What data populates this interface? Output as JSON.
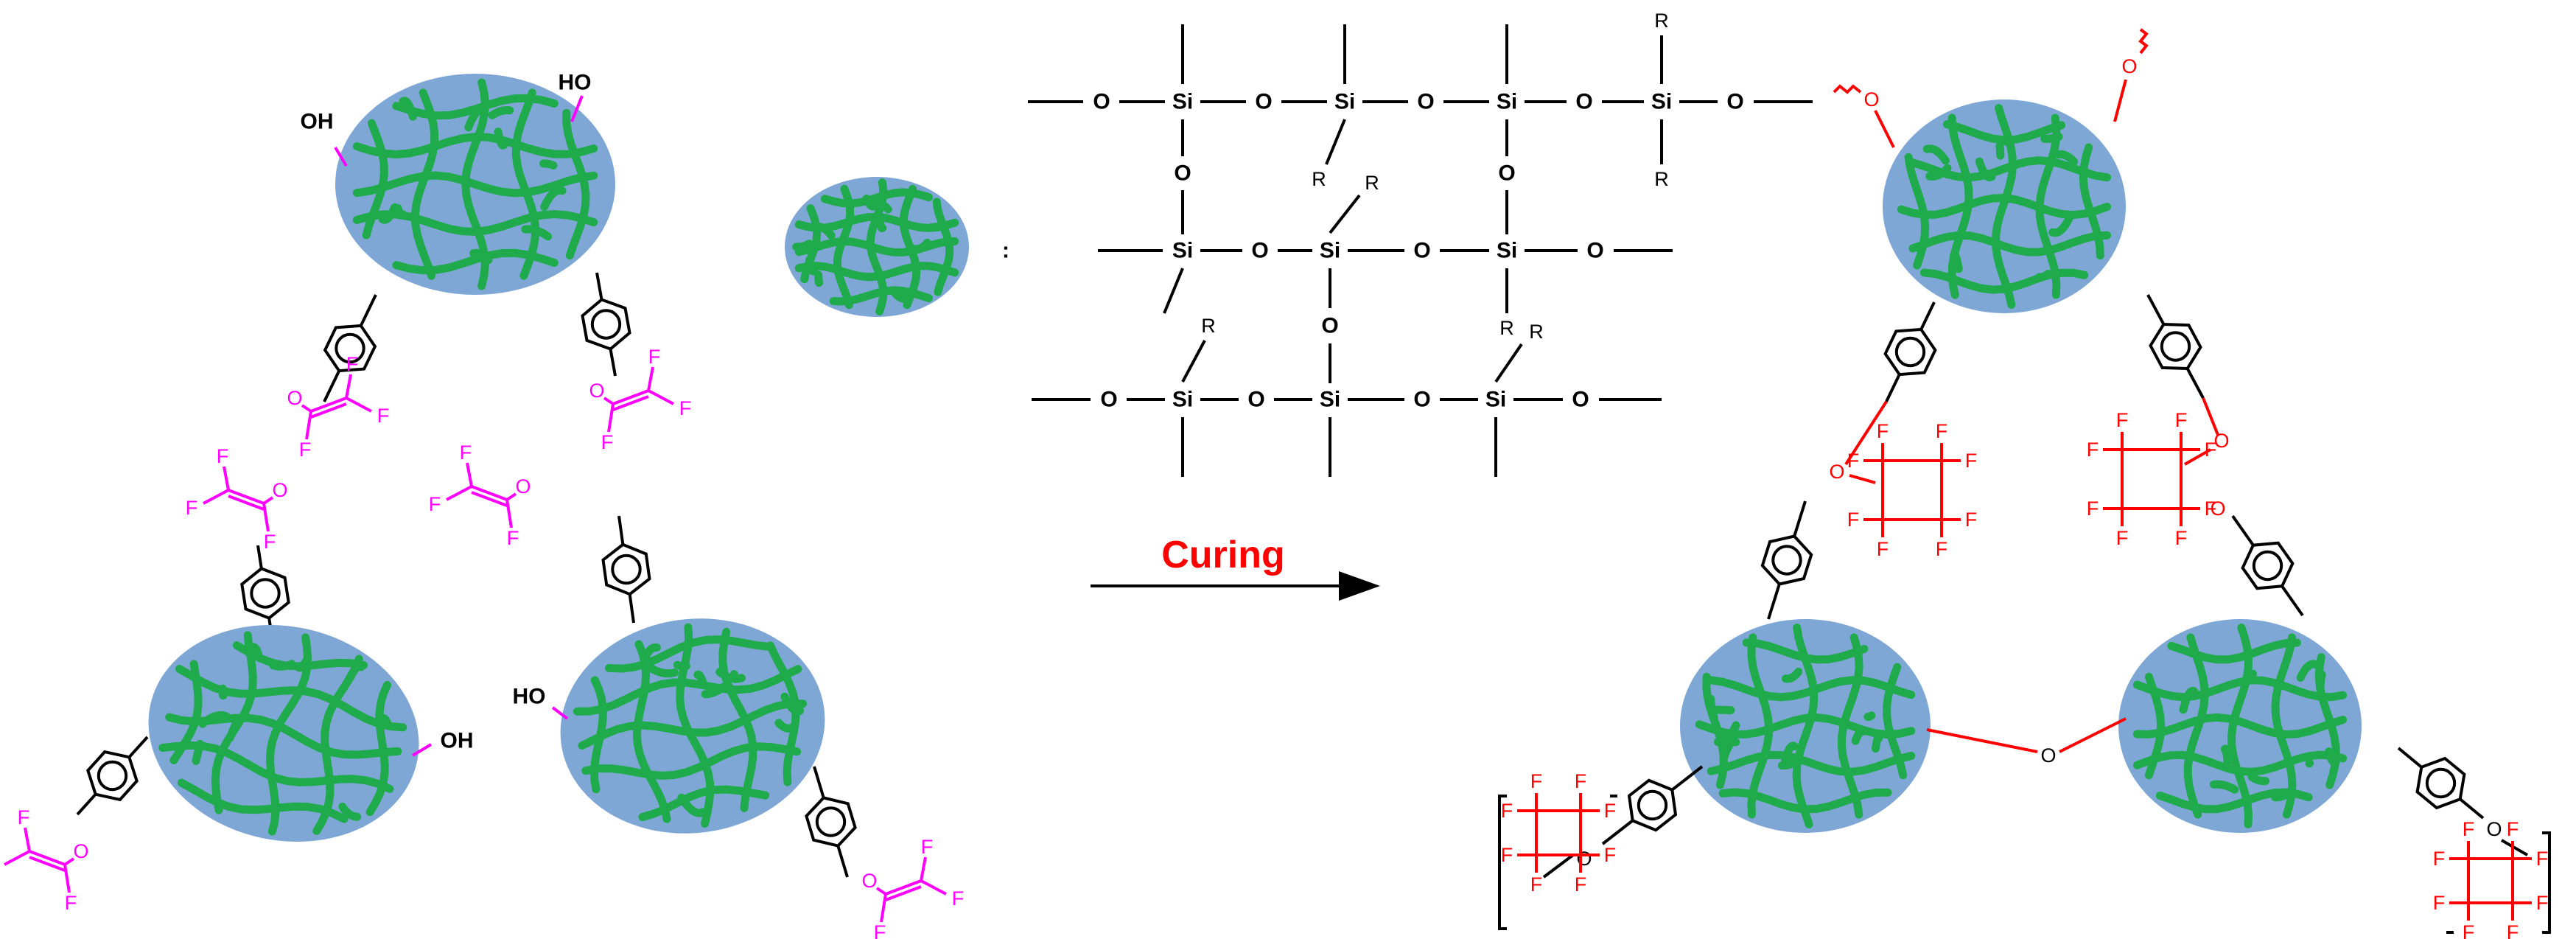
{
  "colors": {
    "particle_fill": "#7fa7d6",
    "network_green": "#1faa4b",
    "tfve_magenta": "#ff00ff",
    "pfcb_red": "#ff0000",
    "bond_black": "#000000",
    "arrow_label": "#ff0000"
  },
  "labels": {
    "oh": "OH",
    "ho": "HO",
    "fluorine": "F",
    "oxygen": "O",
    "silicon": "Si",
    "r_group": "R",
    "colon": ":"
  },
  "reaction": {
    "arrow_label": "Curing"
  }
}
